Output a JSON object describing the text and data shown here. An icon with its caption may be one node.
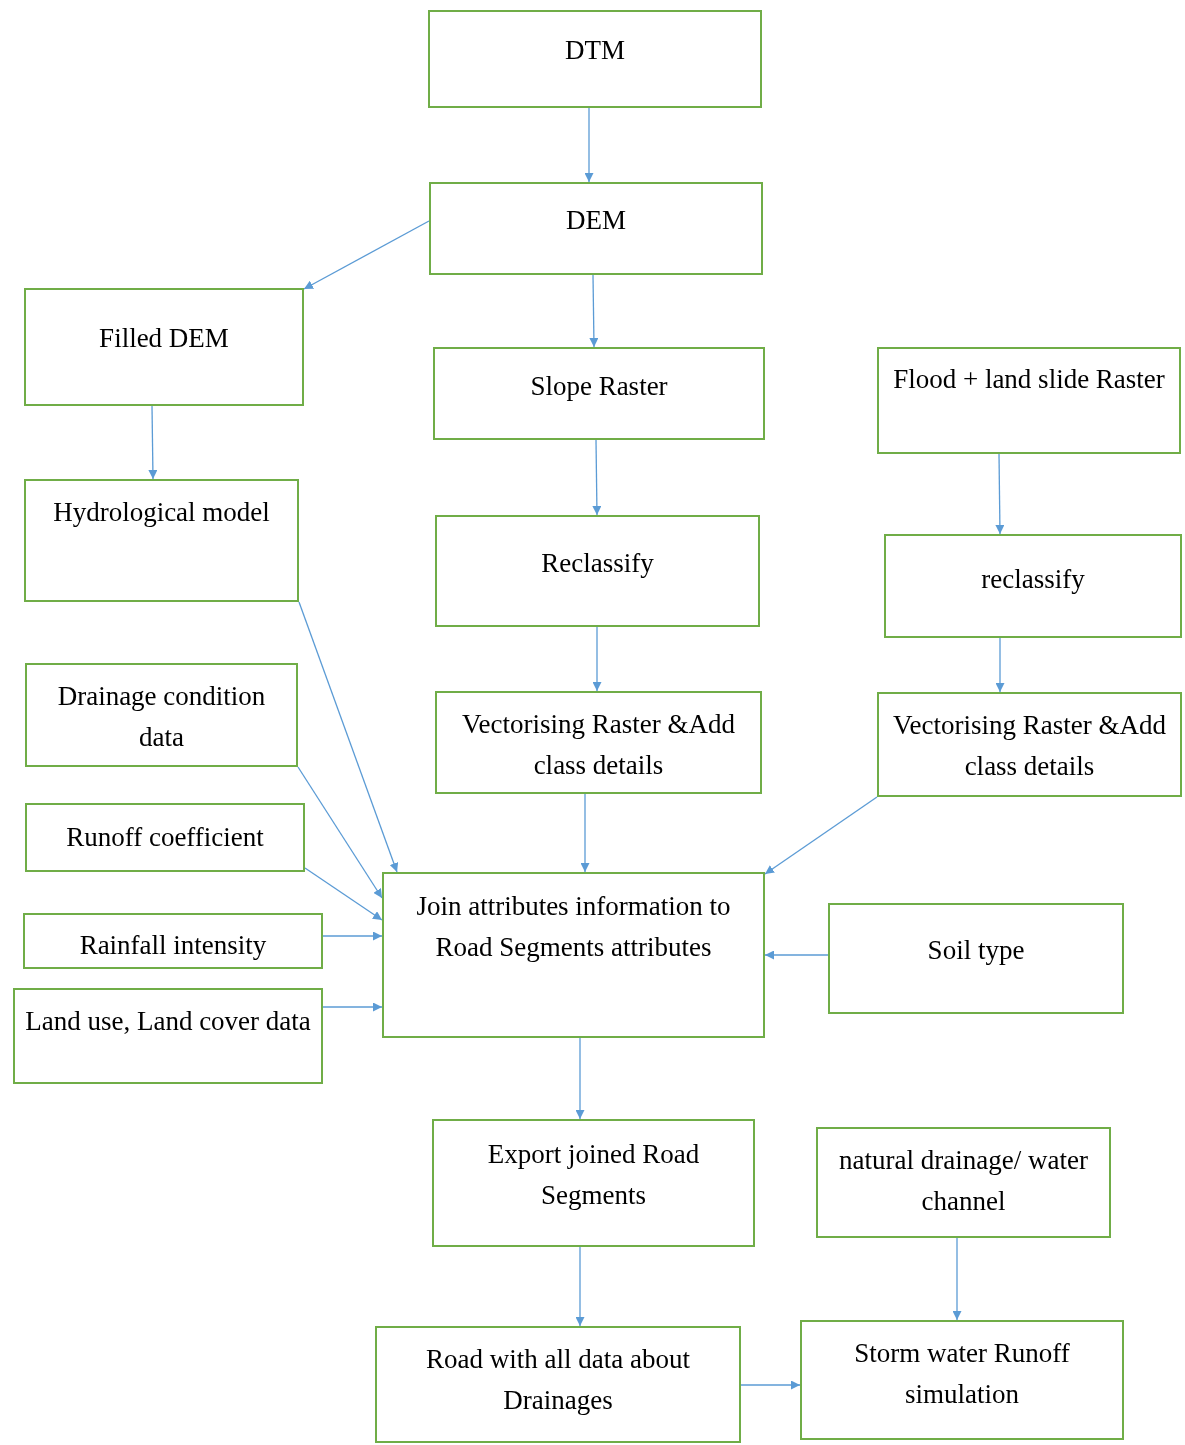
{
  "diagram": {
    "nodes": [
      {
        "text": [
          "DTM"
        ]
      },
      {
        "text": [
          "DEM"
        ]
      },
      {
        "text": [
          "Filled DEM"
        ]
      },
      {
        "text": [
          "Slope Raster"
        ]
      },
      {
        "text": [
          "Flood + land slide Raster"
        ]
      },
      {
        "text": [
          "Hydrological model"
        ]
      },
      {
        "text": [
          "Reclassify"
        ]
      },
      {
        "text": [
          "reclassify"
        ]
      },
      {
        "text": [
          "Drainage condition data"
        ]
      },
      {
        "text": [
          "Vectorising Raster &Add class details"
        ]
      },
      {
        "text": [
          "Vectorising Raster &Add class details"
        ]
      },
      {
        "text": [
          "Runoff coefficient"
        ]
      },
      {
        "text": [
          "Join attributes information to Road Segments attributes"
        ]
      },
      {
        "text": [
          "Soil type"
        ]
      },
      {
        "text": [
          "Rainfall intensity"
        ]
      },
      {
        "text": [
          "Land use, Land cover data"
        ]
      },
      {
        "text": [
          "Export joined Road Segments"
        ]
      },
      {
        "text": [
          "natural drainage/ water channel"
        ]
      },
      {
        "text": [
          "Road with all data about Drainages"
        ]
      },
      {
        "text": [
          "Storm water Runoff simulation"
        ]
      }
    ],
    "edges": [
      {
        "from": 0,
        "to": 1,
        "arrow": "to"
      },
      {
        "from": 1,
        "to": 2,
        "arrow": "to"
      },
      {
        "from": 1,
        "to": 3,
        "arrow": "to"
      },
      {
        "from": 2,
        "to": 5,
        "arrow": "to"
      },
      {
        "from": 3,
        "to": 6,
        "arrow": "to"
      },
      {
        "from": 6,
        "to": 9,
        "arrow": "to"
      },
      {
        "from": 4,
        "to": 7,
        "arrow": "to"
      },
      {
        "from": 7,
        "to": 10,
        "arrow": "to"
      },
      {
        "from": 5,
        "to": 12,
        "arrow": "to"
      },
      {
        "from": 8,
        "to": 12,
        "arrow": "to"
      },
      {
        "from": 11,
        "to": 12,
        "arrow": "to"
      },
      {
        "from": 14,
        "to": 12,
        "arrow": "to"
      },
      {
        "from": 15,
        "to": 12,
        "arrow": "to"
      },
      {
        "from": 9,
        "to": 12,
        "arrow": "to"
      },
      {
        "from": 10,
        "to": 12,
        "arrow": "to"
      },
      {
        "from": 13,
        "to": 12,
        "arrow": "to"
      },
      {
        "from": 12,
        "to": 16,
        "arrow": "to"
      },
      {
        "from": 16,
        "to": 18,
        "arrow": "to"
      },
      {
        "from": 17,
        "to": 19,
        "arrow": "to"
      },
      {
        "from": 18,
        "to": 19,
        "arrow": "to"
      }
    ]
  }
}
